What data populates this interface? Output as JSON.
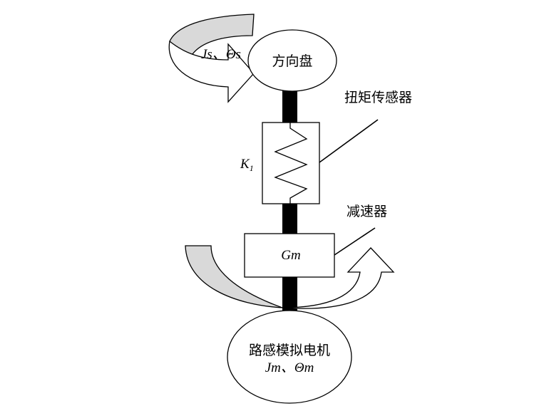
{
  "steering_wheel": {
    "label": "方向盘",
    "params": "Js、Θs"
  },
  "torque_sensor": {
    "label": "扭矩传感器",
    "stiffness_symbol": "K",
    "stiffness_subscript": "1"
  },
  "reducer": {
    "label": "减速器",
    "symbol": "Gm"
  },
  "motor": {
    "label": "路感模拟电机",
    "params": "Jm、Θm"
  },
  "colors": {
    "shaft": "#000000",
    "arrow_shade": "#d9d9d9",
    "outline": "#000000",
    "background": "#ffffff"
  }
}
